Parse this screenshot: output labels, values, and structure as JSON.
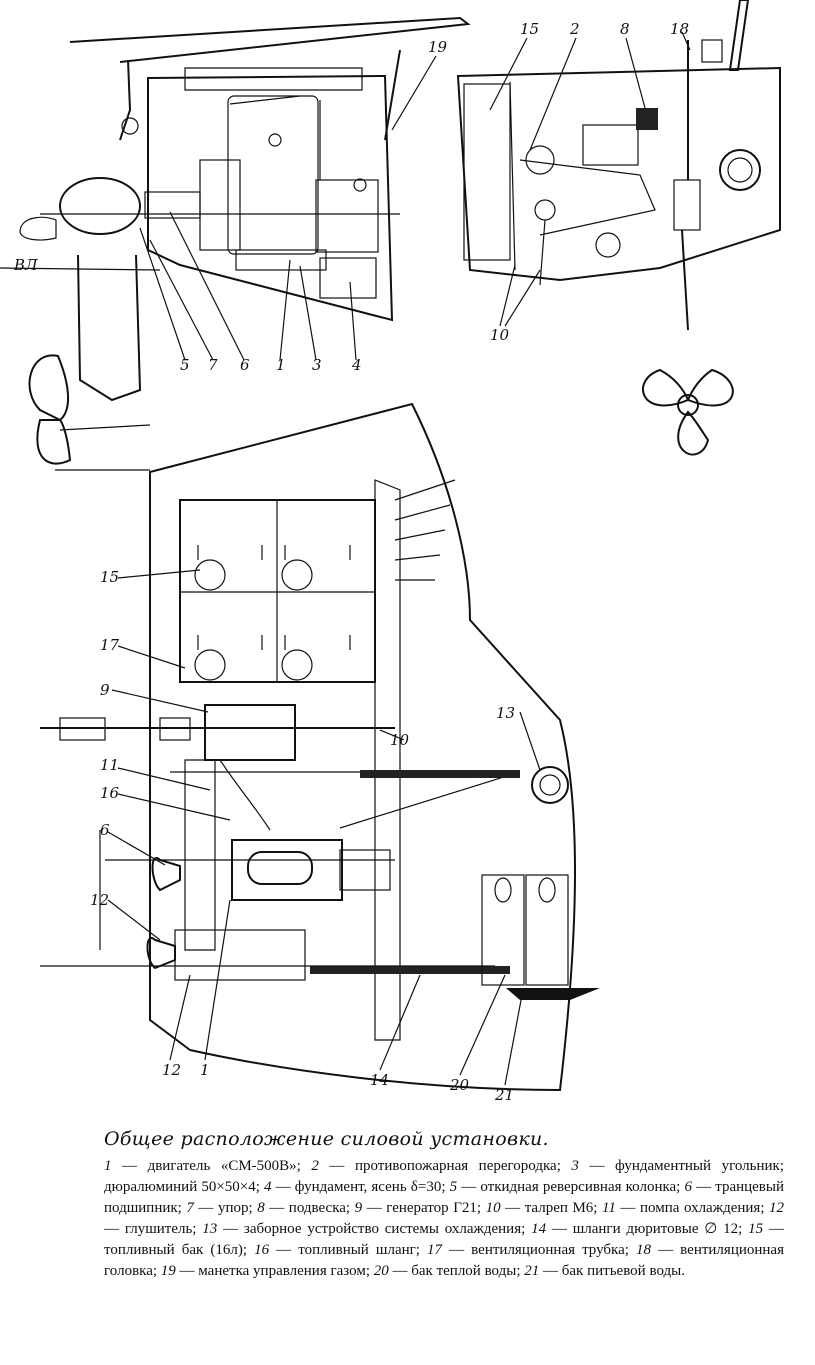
{
  "figure": {
    "callouts": {
      "side": [
        "5",
        "7",
        "6",
        "1",
        "3",
        "4",
        "19"
      ],
      "side_waterline": "ВЛ",
      "stern": [
        "15",
        "2",
        "8",
        "18",
        "10"
      ],
      "plan": [
        "15",
        "17",
        "9",
        "10",
        "13",
        "11",
        "16",
        "6",
        "12",
        "12",
        "1",
        "14",
        "20",
        "21"
      ]
    }
  },
  "caption": {
    "title": "Общее расположение силовой установки.",
    "legend": [
      {
        "num": "1",
        "text": "двигатель «СМ-500В»;"
      },
      {
        "num": "2",
        "text": "противопожарная перегородка;"
      },
      {
        "num": "3",
        "text": "фундаментный угольник; дюралюминий 50×50×4;"
      },
      {
        "num": "4",
        "text": "фундамент, ясень δ=30;"
      },
      {
        "num": "5",
        "text": "откидная реверсивная колонка;"
      },
      {
        "num": "6",
        "text": "транцевый подшипник;"
      },
      {
        "num": "7",
        "text": "упор;"
      },
      {
        "num": "8",
        "text": "подвеска;"
      },
      {
        "num": "9",
        "text": "генератор Г21;"
      },
      {
        "num": "10",
        "text": "талреп М6;"
      },
      {
        "num": "11",
        "text": "помпа охлаждения;"
      },
      {
        "num": "12",
        "text": "глушитель;"
      },
      {
        "num": "13",
        "text": "заборное устройство системы охлаждения;"
      },
      {
        "num": "14",
        "text": "шланги дюритовые ∅ 12;"
      },
      {
        "num": "15",
        "text": "топливный бак (16л);"
      },
      {
        "num": "16",
        "text": "топливный шланг;"
      },
      {
        "num": "17",
        "text": "вентиляционная трубка;"
      },
      {
        "num": "18",
        "text": "вентиляционная головка;"
      },
      {
        "num": "19",
        "text": "манетка управления газом;"
      },
      {
        "num": "20",
        "text": "бак теплой воды;"
      },
      {
        "num": "21",
        "text": "бак питьевой воды."
      }
    ]
  }
}
